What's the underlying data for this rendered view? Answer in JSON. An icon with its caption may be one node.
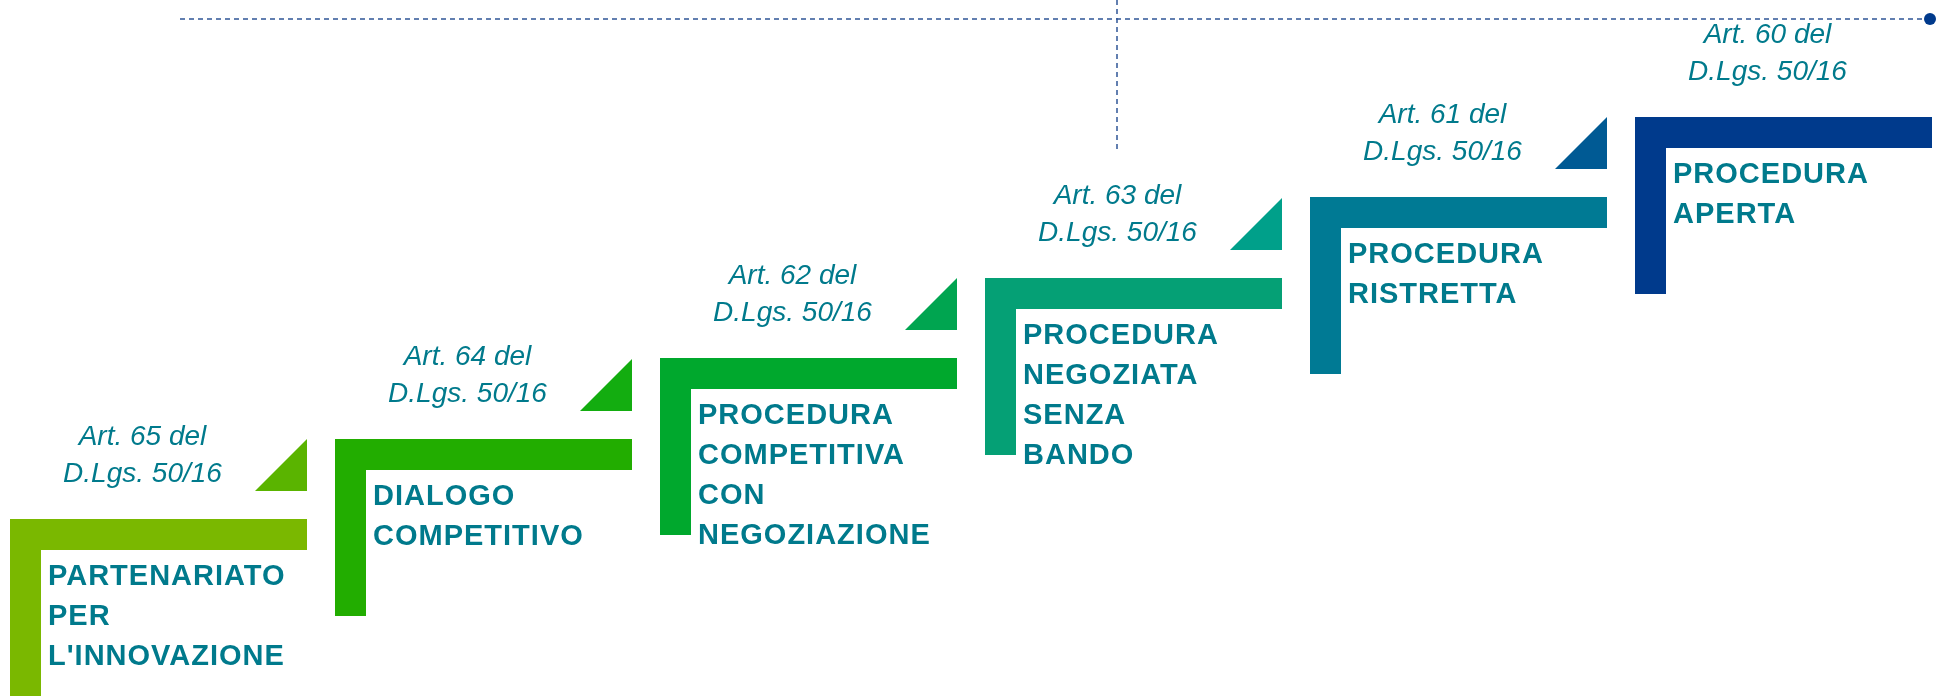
{
  "diagram": {
    "nodes": [
      {
        "text": [
          "PARTENARIATO PER L'INNOVAZIONE"
        ],
        "beside": [
          "Art. 65 del D.Lgs. 50/16"
        ]
      },
      {
        "text": [
          "DIALOGO COMPETITIVO"
        ],
        "beside": [
          "Art. 64 del D.Lgs. 50/16"
        ]
      },
      {
        "text": [
          "PROCEDURA COMPETITIVA CON NEGOZIAZIONE"
        ],
        "beside": [
          "Art. 62 del D.Lgs. 50/16"
        ]
      },
      {
        "text": [
          "PROCEDURA NEGOZIATA SENZA BANDO"
        ],
        "beside": [
          "Art. 63 del D.Lgs. 50/16"
        ]
      },
      {
        "text": [
          "PROCEDURA RISTRETTA"
        ],
        "beside": [
          "Art. 61 del D.Lgs. 50/16"
        ]
      },
      {
        "text": [
          "PROCEDURA APERTA"
        ],
        "beside": [
          "Art. 60 del D.Lgs. 50/16"
        ]
      }
    ],
    "edges": []
  }
}
